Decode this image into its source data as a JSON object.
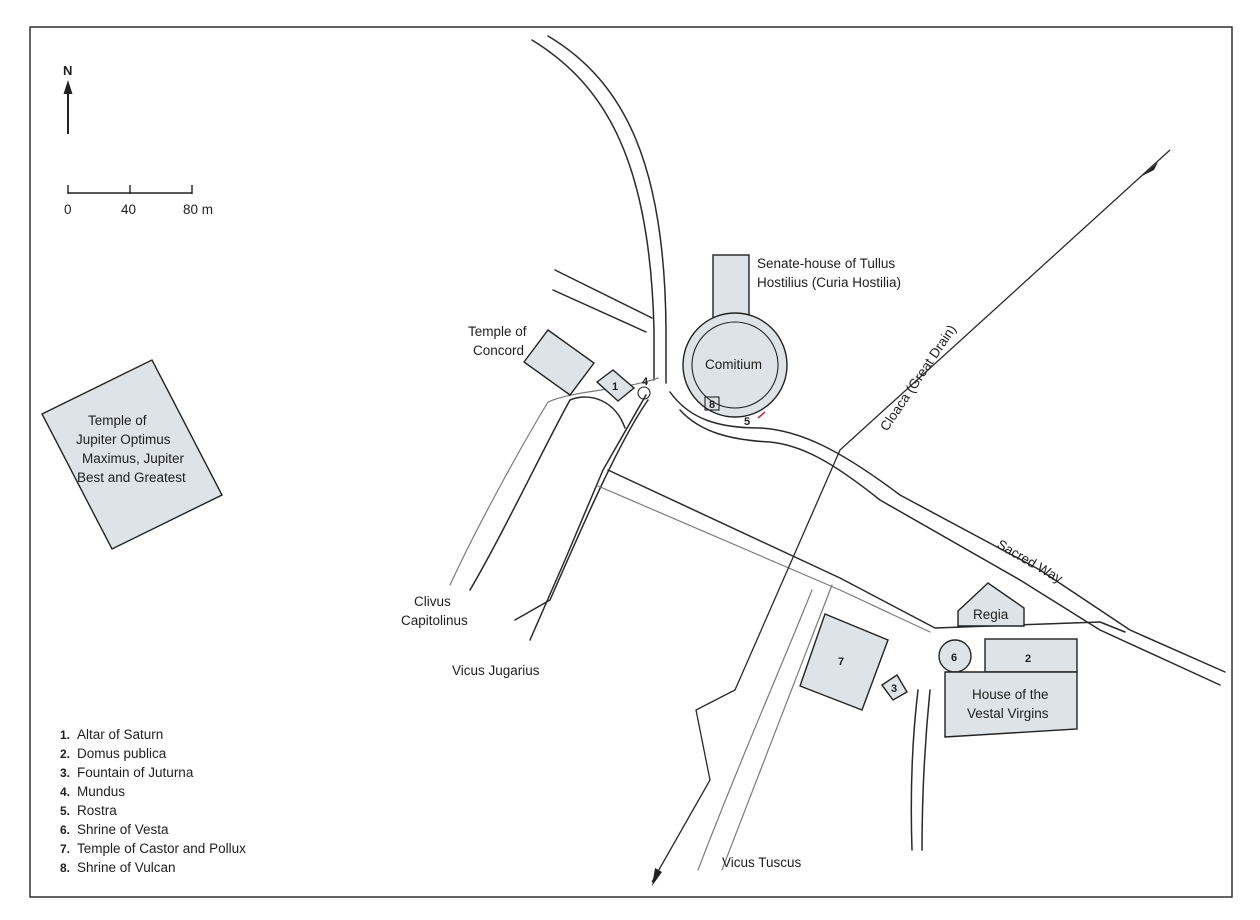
{
  "map": {
    "north_label": "N",
    "scale": {
      "ticks": [
        "0",
        "40",
        "80 m"
      ]
    },
    "buildings": {
      "jupiter": [
        "Temple of",
        "Jupiter Optimus",
        "Maximus, Jupiter",
        "Best and Greatest"
      ],
      "concord": [
        "Temple of",
        "Concord"
      ],
      "senate": [
        "Senate-house of Tullus",
        "Hostilius (Curia Hostilia)"
      ],
      "comitium": "Comitium",
      "regia": "Regia",
      "vestal": [
        "House of the",
        "Vestal Virgins"
      ]
    },
    "streets": {
      "cloaca": "Cloaca (Great Drain)",
      "sacred_way": "Sacred Way",
      "clivus": [
        "Clivus",
        "Capitolinus"
      ],
      "jugarius": "Vicus Jugarius",
      "tuscus": "Vicus Tuscus"
    },
    "numbers": {
      "n1": "1",
      "n2": "2",
      "n3": "3",
      "n4": "4",
      "n5": "5",
      "n6": "6",
      "n7": "7",
      "n8": "8"
    },
    "legend": [
      {
        "num": "1.",
        "text": "Altar of Saturn"
      },
      {
        "num": "2.",
        "text": "Domus publica"
      },
      {
        "num": "3.",
        "text": "Fountain of Juturna"
      },
      {
        "num": "4.",
        "text": "Mundus"
      },
      {
        "num": "5.",
        "text": "Rostra"
      },
      {
        "num": "6.",
        "text": "Shrine of Vesta"
      },
      {
        "num": "7.",
        "text": "Temple of Castor and Pollux"
      },
      {
        "num": "8.",
        "text": "Shrine of Vulcan"
      }
    ]
  }
}
